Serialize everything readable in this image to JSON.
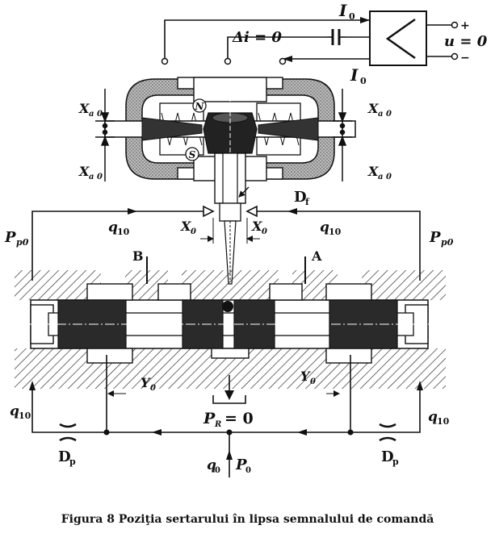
{
  "caption": "Figura 8 Poziţia sertarului în lipsa semnalului de comandă",
  "labels": {
    "i0_top": "I",
    "i0_top_sub": "0",
    "i0_bottom": "I",
    "i0_bottom_sub": "0",
    "delta_i": "Δi = 0",
    "u_eq": "u = 0",
    "plus": "+",
    "minus": "−",
    "n_pole": "N",
    "s_pole": "S",
    "xa0_tl": "X",
    "xa0_tl_sub": "a 0",
    "xa0_bl": "X",
    "xa0_bl_sub": "a 0",
    "xa0_tr": "X",
    "xa0_tr_sub": "a 0",
    "xa0_br": "X",
    "xa0_br_sub": "a 0",
    "df": "D",
    "df_sub": "f",
    "q10_top_left": "q",
    "q10_top_left_sub": "10",
    "q10_top_right": "q",
    "q10_top_right_sub": "10",
    "x0_left": "X",
    "x0_left_sub": "0",
    "x0_right": "X",
    "x0_right_sub": "0",
    "pp0_left": "P",
    "pp0_left_sub": "p0",
    "pp0_right": "P",
    "pp0_right_sub": "p0",
    "port_b": "B",
    "port_a": "A",
    "y0_left": "Y",
    "y0_left_sub": "0",
    "y0_right": "Y",
    "y0_right_sub": "0",
    "pr": "P",
    "pr_sub": "R",
    "pr_eq": "= 0",
    "q10_bottom_left": "q",
    "q10_bottom_left_sub": "10",
    "q10_bottom_right": "q",
    "q10_bottom_right_sub": "10",
    "dp_left": "D",
    "dp_left_sub": "p",
    "dp_right": "D",
    "dp_right_sub": "p",
    "q0": "q",
    "q0_sub": "0",
    "p0": "P",
    "p0_sub": "0"
  }
}
